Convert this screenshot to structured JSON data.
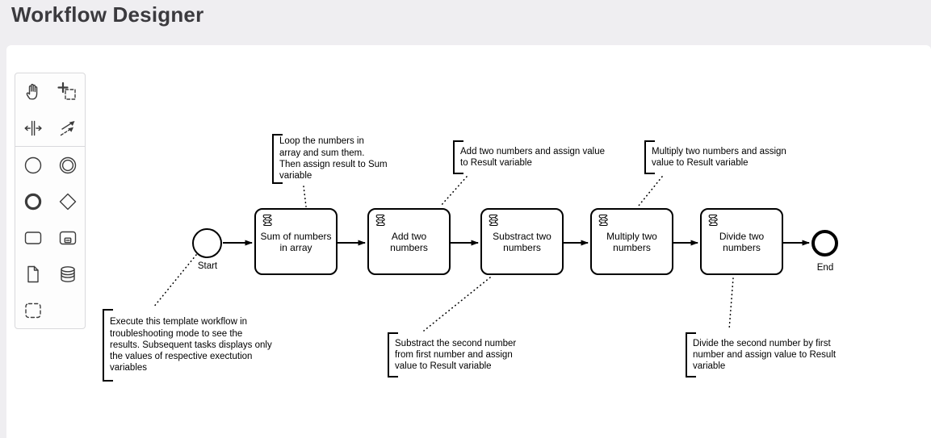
{
  "app": {
    "title": "Workflow Designer"
  },
  "colors": {
    "page_background": "#efeef1",
    "canvas_background": "#ffffff",
    "diagram_stroke": "#000000",
    "palette_icon": "#3c3c3c",
    "title_text": "#3b3a3e"
  },
  "palette": {
    "tools": [
      {
        "name": "hand-tool"
      },
      {
        "name": "lasso-tool"
      },
      {
        "name": "space-tool"
      },
      {
        "name": "global-connect-tool"
      },
      {
        "name": "create-start-event"
      },
      {
        "name": "create-intermediate-event"
      },
      {
        "name": "create-end-event"
      },
      {
        "name": "create-gateway"
      },
      {
        "name": "create-task"
      },
      {
        "name": "create-subprocess"
      },
      {
        "name": "create-data-object"
      },
      {
        "name": "create-data-store"
      },
      {
        "name": "create-group"
      }
    ]
  },
  "diagram": {
    "start_event": {
      "label": "Start"
    },
    "end_event": {
      "label": "End"
    },
    "tasks": [
      {
        "type": "script-task",
        "label": "Sum of numbers\nin array"
      },
      {
        "type": "script-task",
        "label": "Add two\nnumbers"
      },
      {
        "type": "script-task",
        "label": "Substract two\nnumbers"
      },
      {
        "type": "script-task",
        "label": "Multiply two\nnumbers"
      },
      {
        "type": "script-task",
        "label": "Divide two\nnumbers"
      }
    ],
    "annotations": [
      {
        "text": "Loop the numbers in\narray and sum them.\nThen assign result to Sum\nvariable"
      },
      {
        "text": "Add two numbers and assign value\nto Result variable"
      },
      {
        "text": "Multiply two numbers and assign\nvalue to Result variable"
      },
      {
        "text": "Execute this template workflow in\ntroubleshooting mode to see the\nresults. Subsequent tasks displays only\nthe values of respective exectution\nvariables"
      },
      {
        "text": "Substract the second number\nfrom first number and assign\nvalue to Result variable"
      },
      {
        "text": "Divide the second number by first\nnumber and assign value to Result\nvariable"
      }
    ]
  }
}
